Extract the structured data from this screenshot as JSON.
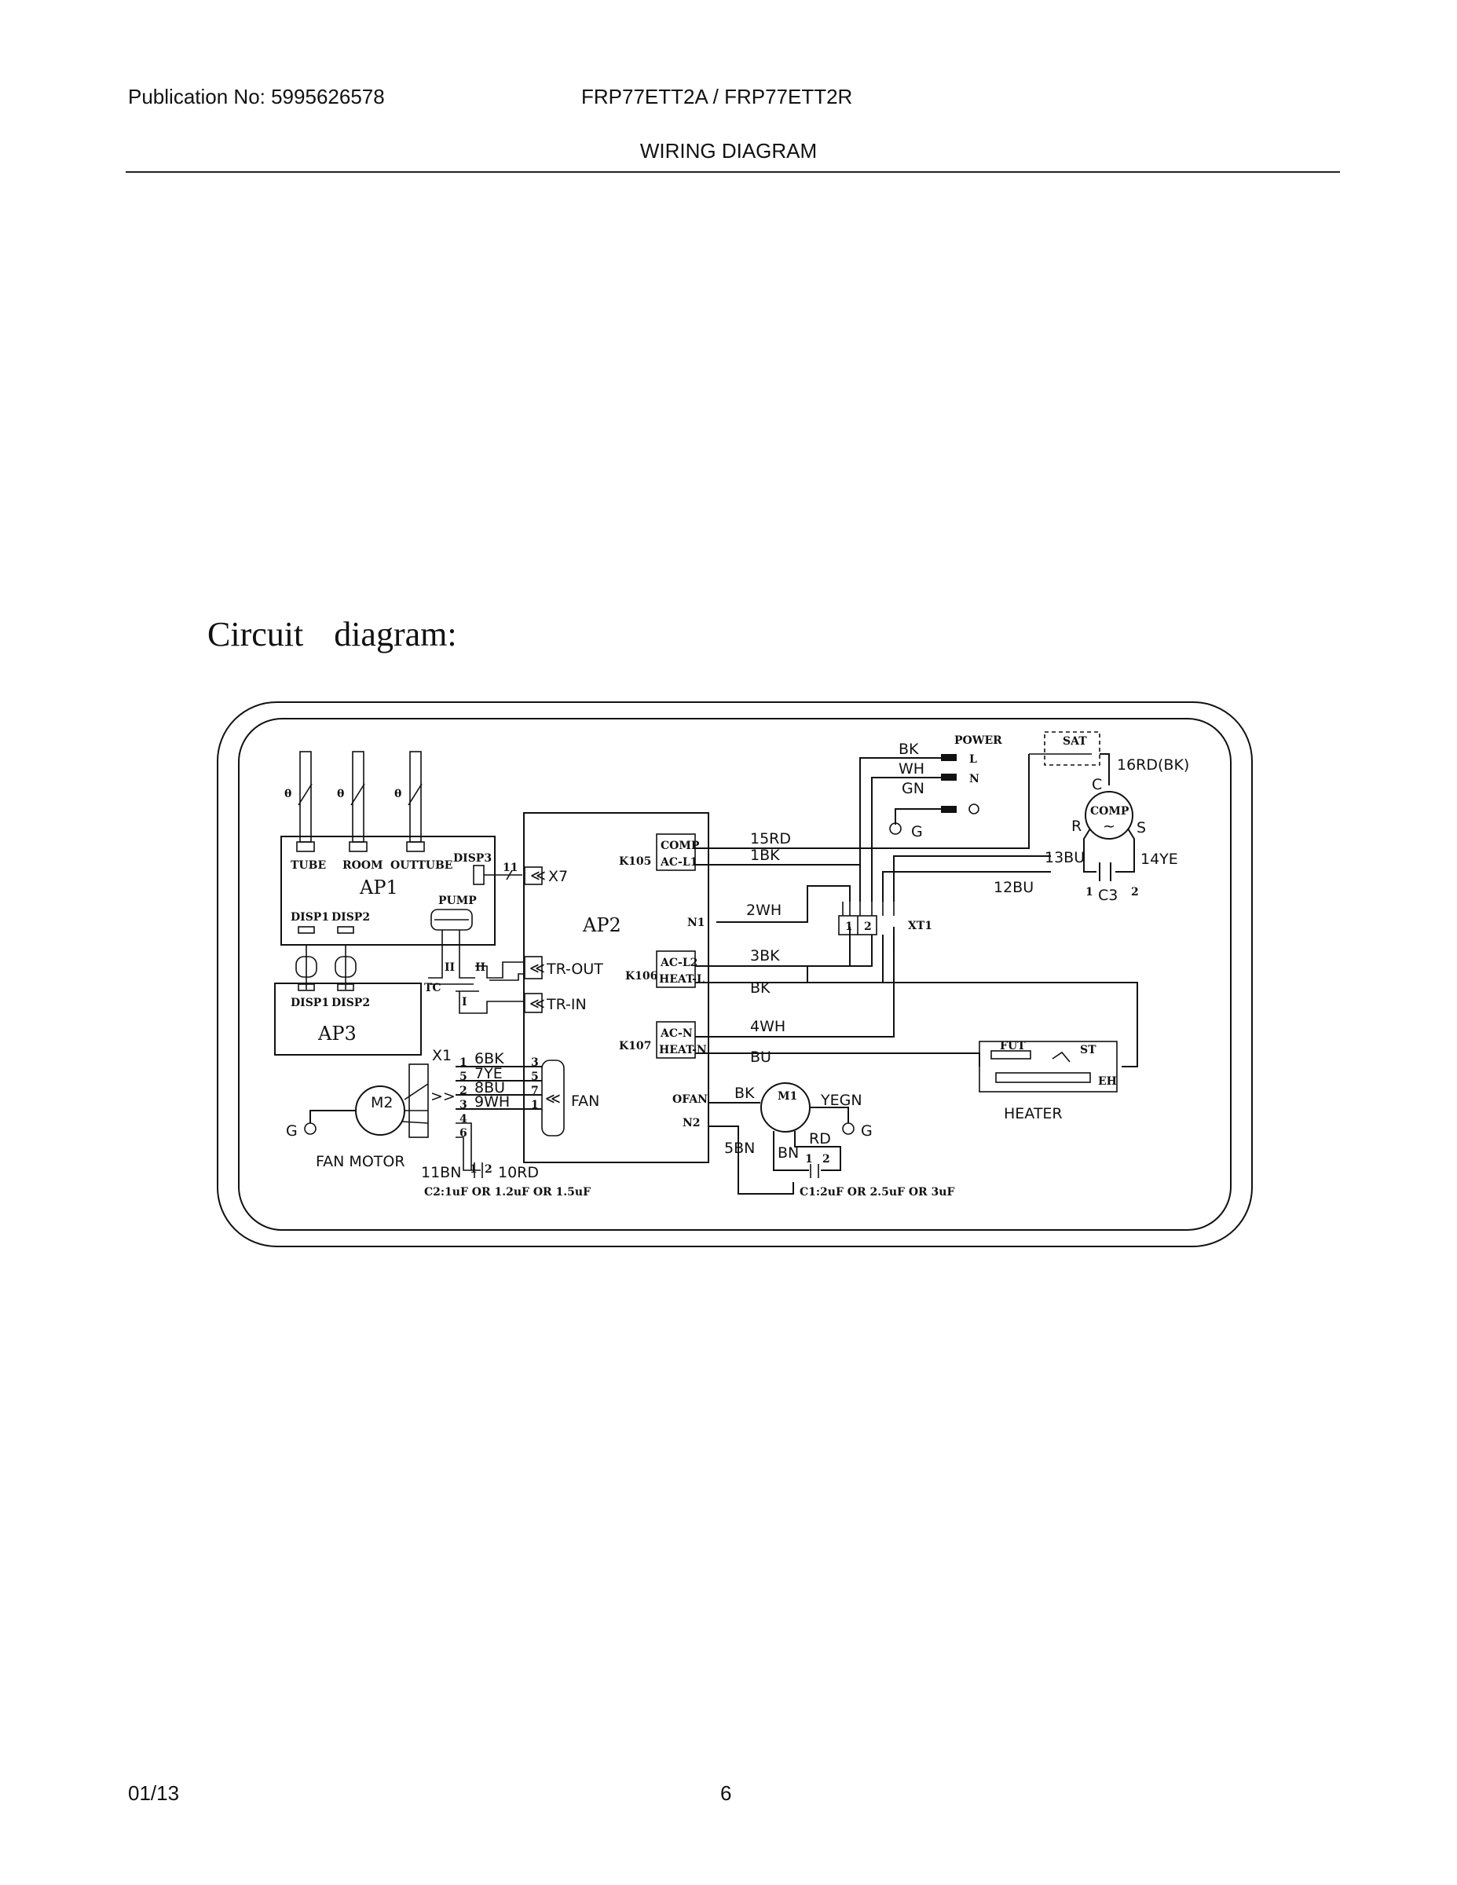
{
  "header": {
    "publication": "Publication No: 5995626578",
    "model": "FRP77ETT2A / FRP77ETT2R",
    "section_title": "WIRING DIAGRAM"
  },
  "heading": "Circuit diagram:",
  "diagram": {
    "sensors": {
      "tube": "TUBE",
      "room": "ROOM",
      "outtube": "OUTTUBE",
      "theta": "θ"
    },
    "ap1": {
      "label": "AP1",
      "disp3": "DISP3",
      "disp1": "DISP1",
      "disp2": "DISP2",
      "pump": "PUMP",
      "wire11": "11"
    },
    "ap3": {
      "label": "AP3",
      "disp1": "DISP1",
      "disp2": "DISP2"
    },
    "transformer": {
      "tc": "TC",
      "coil_ii_a": "II",
      "coil_ii_b": "II",
      "coil_i": "I",
      "tr_out": "TR-OUT",
      "tr_in": "TR-IN"
    },
    "x7": "X7",
    "ap2": {
      "label": "AP2",
      "k105": "K105",
      "k106": "K106",
      "k107": "K107",
      "comp": "COMP",
      "ac_l1": "AC-L1",
      "n1": "N1",
      "ac_l2": "AC-L2",
      "heat_l": "HEAT-L",
      "ac_n": "AC-N",
      "heat_n": "HEAT-N",
      "ofan": "OFAN",
      "n2": "N2"
    },
    "wires": {
      "w15rd": "15RD",
      "w1bk": "1BK",
      "w2wh": "2WH",
      "w3bk": "3BK",
      "wbk": "BK",
      "w4wh": "4WH",
      "wbu": "BU",
      "w12bu": "12BU",
      "w13bu": "13BU",
      "w14ye": "14YE",
      "w16rd": "16RD(BK)",
      "w5bn": "5BN"
    },
    "power": {
      "title": "POWER",
      "bk": "BK",
      "wh": "WH",
      "gn": "GN",
      "l": "L",
      "n": "N",
      "g": "G"
    },
    "xt1": {
      "label": "XT1",
      "t1": "1",
      "t2": "2"
    },
    "compressor": {
      "label": "COMP",
      "sat": "SAT",
      "c": "C",
      "r": "R",
      "s": "S"
    },
    "capacitor_c3": {
      "label": "C3",
      "p1": "1",
      "p2": "2"
    },
    "heater": {
      "label": "HEATER",
      "fut": "FUT",
      "st": "ST",
      "eh": "EH"
    },
    "fan_motor": {
      "label": "FAN MOTOR",
      "m2": "M2",
      "x1": "X1",
      "fan": "FAN",
      "g": "G",
      "w6bk": "6BK",
      "w7ye": "7YE",
      "w8bu": "8BU",
      "w9wh": "9WH",
      "w11bn": "11BN",
      "w10rd": "10RD",
      "pins_left": [
        "1",
        "5",
        "2",
        "3",
        "4",
        "6"
      ],
      "pins_right": [
        "3",
        "5",
        "7",
        "1"
      ],
      "cap_note": "C2:1uF OR 1.2uF OR 1.5uF",
      "cap_p1": "1",
      "cap_p2": "2"
    },
    "outdoor_motor": {
      "m1": "M1",
      "bk": "BK",
      "yegn": "YEGN",
      "g": "G",
      "rd": "RD",
      "bn": "BN",
      "cap_note": "C1:2uF OR 2.5uF OR 3uF",
      "cap_p1": "1",
      "cap_p2": "2"
    }
  },
  "footer": {
    "date": "01/13",
    "page": "6"
  }
}
